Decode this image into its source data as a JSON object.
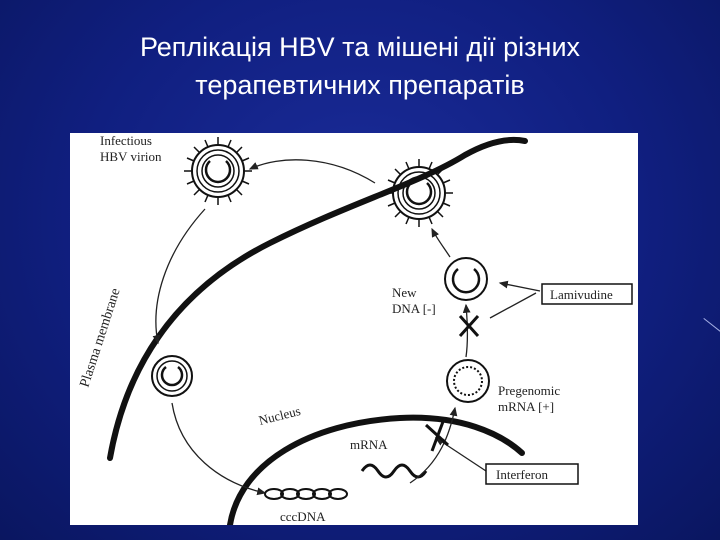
{
  "slide": {
    "title_line1": "Реплікація HBV та мішені дії  різних",
    "title_line2": "терапевтичних препаратів"
  },
  "diagram": {
    "labels": {
      "infectious_line1": "Infectious",
      "infectious_line2": "HBV virion",
      "plasma_membrane": "Plasma membrane",
      "nucleus": "Nucleus",
      "new_dna_line1": "New",
      "new_dna_line2": "DNA [-]",
      "pregenomic_line1": "Pregenomic",
      "pregenomic_line2": "mRNA [+]",
      "mrna": "mRNA",
      "cccdna": "cccDNA"
    },
    "drugs": {
      "lamivudine": "Lamivudine",
      "interferon": "Interferon"
    }
  },
  "colors": {
    "background": "#101f80",
    "title_text": "#ffffff",
    "figure_bg": "#ffffff",
    "ink": "#222222"
  }
}
